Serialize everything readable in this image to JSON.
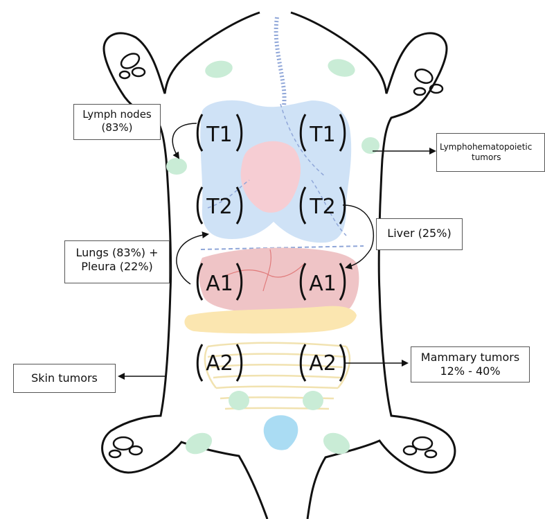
{
  "colors": {
    "outline": "#111111",
    "thorax": "#cfe2f6",
    "heart": "#f6cdd3",
    "liver": "#efc4c6",
    "fat_band": "#fbe6b0",
    "lymph_node": "#c9ecd6",
    "bladder": "#aadcf3",
    "intestine": "#f1e2b0",
    "vessel": "#8fa6d8",
    "arrow": "#111111"
  },
  "glands": {
    "t1_left": "T1",
    "t1_right": "T1",
    "t2_left": "T2",
    "t2_right": "T2",
    "a1_left": "A1",
    "a1_right": "A1",
    "a2_left": "A2",
    "a2_right": "A2"
  },
  "labels": {
    "lymph_nodes": [
      "Lymph nodes",
      "(83%)"
    ],
    "lymphohematopoietic": [
      "Lymphohematopoietic",
      "tumors"
    ],
    "liver": [
      "Liver (25%)"
    ],
    "lungs_pleura": [
      "Lungs (83%) +",
      "Pleura (22%)"
    ],
    "mammary": [
      "Mammary tumors",
      "12% - 40%"
    ],
    "skin": [
      "Skin tumors"
    ]
  }
}
